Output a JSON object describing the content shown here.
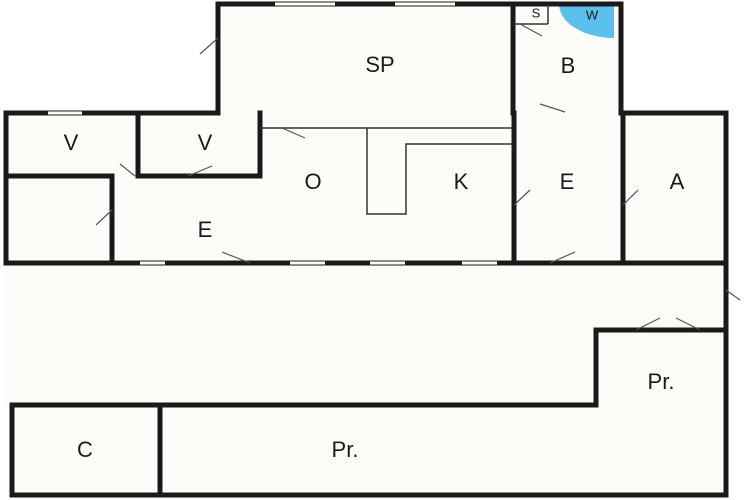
{
  "floorplan": {
    "rooms": {
      "sp": "SP",
      "b": "B",
      "s": "S",
      "w": "W",
      "v1": "V",
      "v2": "V",
      "o": "O",
      "k": "K",
      "e1": "E",
      "e2": "E",
      "a": "A",
      "pr1": "Pr.",
      "pr2": "Pr.",
      "c": "C"
    },
    "colors": {
      "wall": "#1a1a1a",
      "floor": "#fdfcf9",
      "shower": "#5bc0eb"
    }
  }
}
